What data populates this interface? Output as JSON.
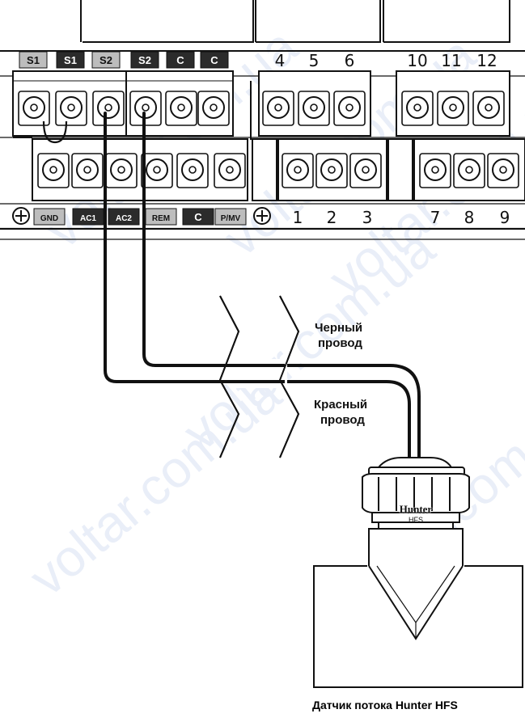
{
  "terminals": {
    "top_row": [
      "S1",
      "S1",
      "S2",
      "S2",
      "C",
      "C"
    ],
    "top_row_style": [
      "light",
      "dark",
      "light",
      "dark",
      "dark",
      "dark"
    ],
    "bottom_row": [
      "GND",
      "AC1",
      "AC2",
      "REM",
      "C",
      "P/MV"
    ],
    "bottom_row_style": [
      "light",
      "dark",
      "dark",
      "light",
      "dark",
      "light"
    ],
    "module_a_top": [
      "4",
      "5",
      "6"
    ],
    "module_a_bottom": [
      "1",
      "2",
      "3"
    ],
    "module_b_top": [
      "10",
      "11",
      "12"
    ],
    "module_b_bottom": [
      "7",
      "8",
      "9"
    ]
  },
  "labels": {
    "black_wire": [
      "Черный",
      "провод"
    ],
    "red_wire": [
      "Красный",
      "провод"
    ],
    "caption": "Датчик потока Hunter HFS",
    "sensor_brand": "Hunter",
    "sensor_model": "HFS"
  },
  "watermark": "voltar.com.ua",
  "colors": {
    "line": "#111111",
    "dark_tag": "#2b2b2b",
    "light_tag": "#bdbdbd",
    "watermark": "#e9eef8"
  }
}
